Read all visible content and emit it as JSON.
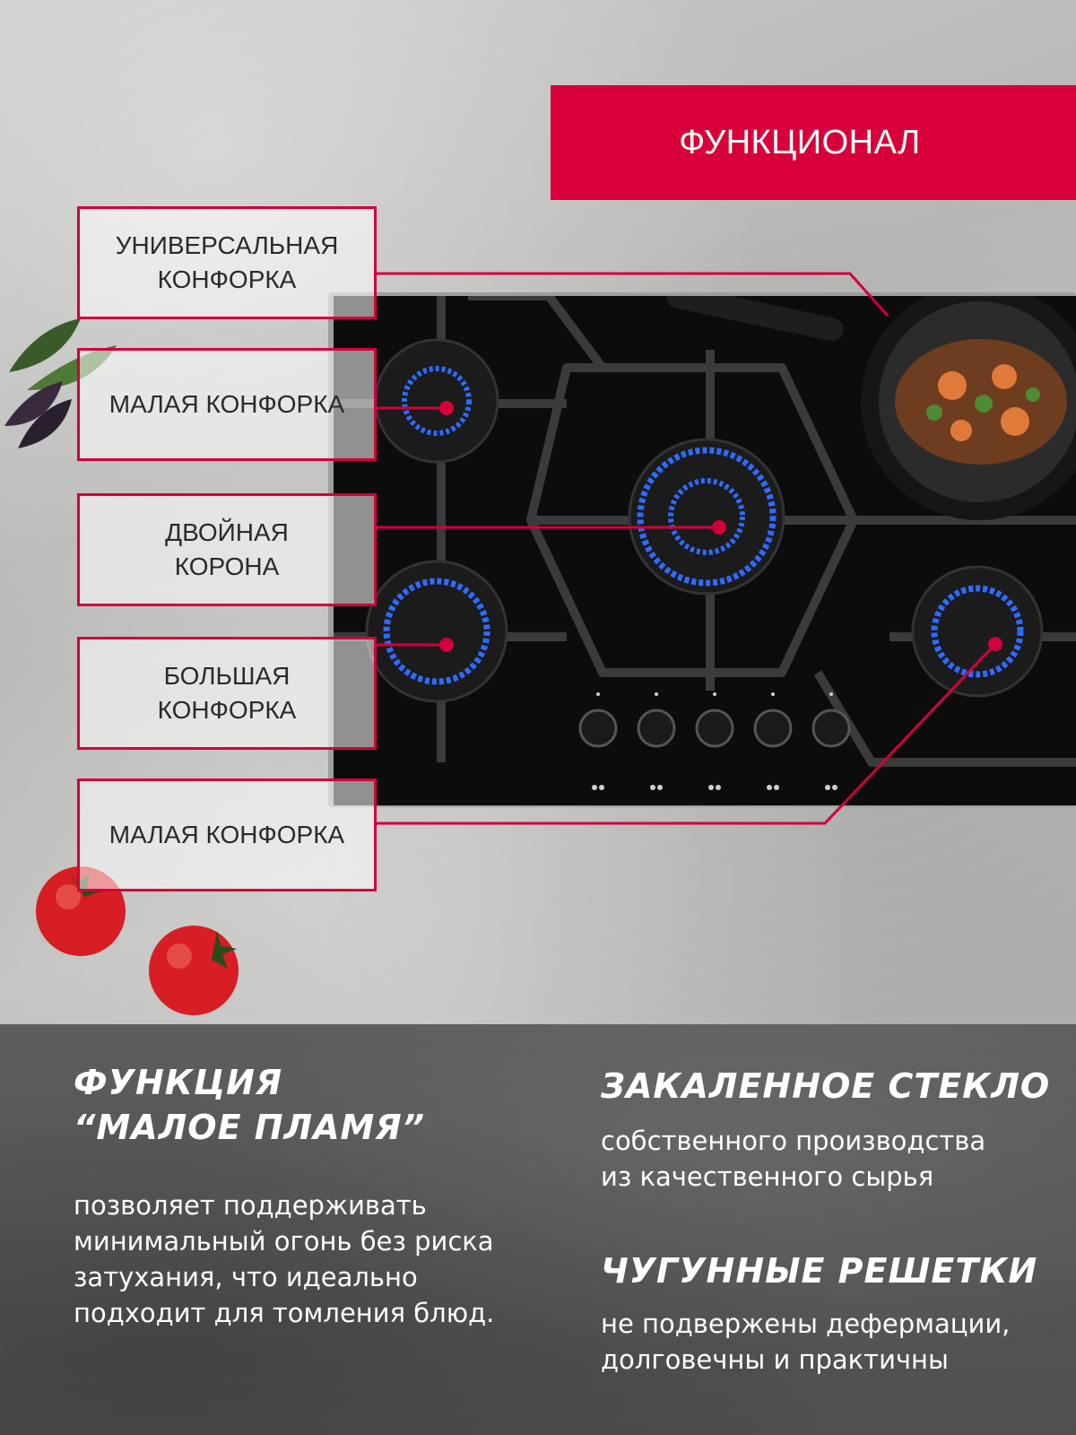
{
  "header": {
    "title": "ФУНКЦИОНАЛ",
    "accent_color": "#d8003a"
  },
  "callouts": [
    {
      "id": "universal",
      "line1": "УНИВЕРСАЛЬНАЯ",
      "line2": "КОНФОРКА"
    },
    {
      "id": "small-top",
      "line1": "МАЛАЯ КОНФОРКА",
      "line2": ""
    },
    {
      "id": "double-crown",
      "line1": "ДВОЙНАЯ",
      "line2": "КОРОНА"
    },
    {
      "id": "large",
      "line1": "БОЛЬШАЯ",
      "line2": "КОНФОРКА"
    },
    {
      "id": "small-bottom",
      "line1": "МАЛАЯ КОНФОРКА",
      "line2": ""
    }
  ],
  "features": {
    "low_flame": {
      "title_line1": "ФУНКЦИЯ",
      "title_line2": "“МАЛОЕ ПЛАМЯ”",
      "text_line1": "позволяет поддерживать",
      "text_line2": "минимальный огонь без риска",
      "text_line3": "затухания, что идеально",
      "text_line4": "подходит для томления блюд."
    },
    "tempered_glass": {
      "title": "ЗАКАЛЕННОЕ СТЕКЛО",
      "text_line1": "собственного производства",
      "text_line2": "из качественного сырья"
    },
    "cast_iron": {
      "title": "ЧУГУННЫЕ РЕШЕТКИ",
      "text_line1": "не подвержены дефермации,",
      "text_line2": "долговечны и практичны"
    }
  },
  "icons": {
    "flame_color": "#2f6bff",
    "knob_count": 5
  }
}
